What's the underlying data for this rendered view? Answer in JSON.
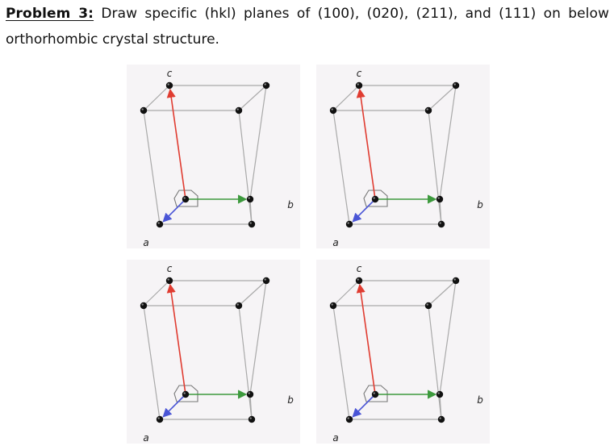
{
  "problem": {
    "label": "Problem 3:",
    "statement": "Draw specific (hkl) planes of (100), (020), (211), and (111) on below",
    "continuation": "orthorhombic crystal structure."
  },
  "figures": [
    {
      "axis_labels": {
        "c": "c",
        "b": "b",
        "a": "a"
      }
    },
    {
      "axis_labels": {
        "c": "c",
        "b": "b",
        "a": "a"
      }
    },
    {
      "axis_labels": {
        "c": "c",
        "b": "b",
        "a": "a"
      }
    },
    {
      "axis_labels": {
        "c": "c",
        "b": "b",
        "a": "a"
      }
    }
  ],
  "colors": {
    "c_axis": "#e03c31",
    "b_axis": "#3d9a3d",
    "a_axis": "#4a55d6",
    "cell_edge": "#a9a9a9",
    "atom": "#111111",
    "panel_background": "#f6f4f6"
  }
}
